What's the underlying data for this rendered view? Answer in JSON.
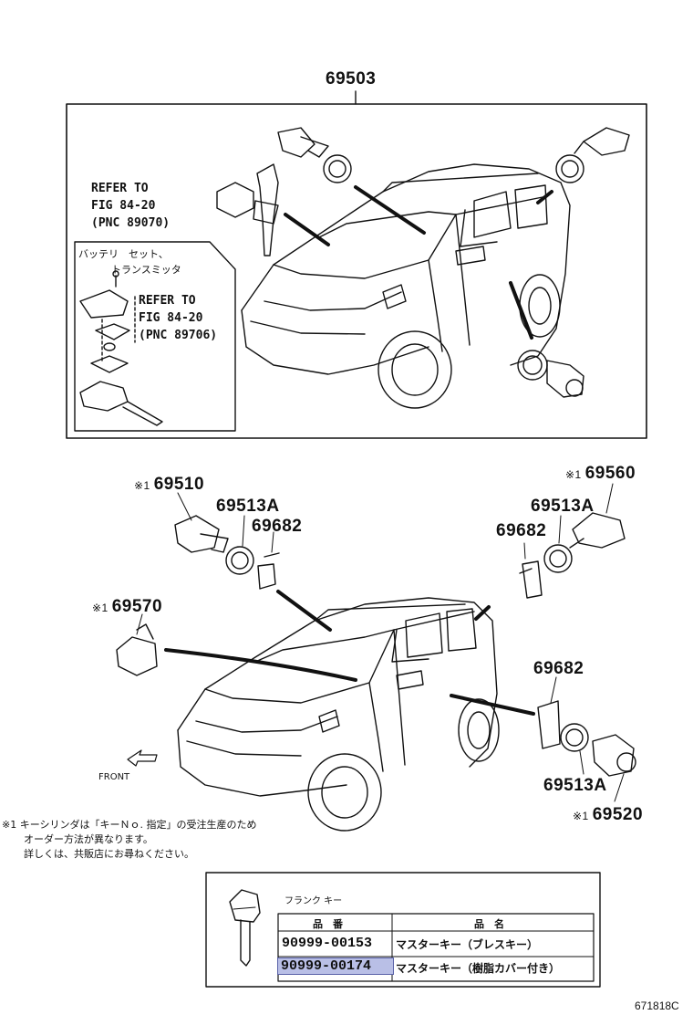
{
  "top_assembly": {
    "part_no": "69503",
    "refer_upper": "REFER TO\nFIG 84-20\n(PNC 89070)",
    "battery_label_1": "バッテリ　セット、",
    "battery_label_2": "トランスミッタ",
    "refer_lower": "REFER TO\nFIG 84-20\n(PNC 89706)"
  },
  "parts": {
    "p69510": "69510",
    "p69513a_left": "69513A",
    "p69682_left": "69682",
    "p69570": "69570",
    "p69560": "69560",
    "p69513a_right": "69513A",
    "p69682_right": "69682",
    "p69682_lower": "69682",
    "p69513a_lower": "69513A",
    "p69520": "69520",
    "mark": "※1"
  },
  "front_label": "FRONT",
  "note": {
    "line1": "※1  キーシリンダは「キーＮｏ. 指定」の受注生産のため",
    "line2": "オーダー方法が異なります。",
    "line3": "詳しくは、共販店にお尋ねください。"
  },
  "key_table": {
    "title": "フランク キー",
    "header_part_no": "品　番",
    "header_name": "品　名",
    "rows": [
      {
        "part_no": "90999-00153",
        "name": "マスターキー（ブレスキー）",
        "highlight": false
      },
      {
        "part_no": "90999-00174",
        "name": "マスターキー（樹脂カバー付き）",
        "highlight": true
      }
    ]
  },
  "figure_code": "671818C",
  "colors": {
    "highlight": "#b9bfe6"
  }
}
